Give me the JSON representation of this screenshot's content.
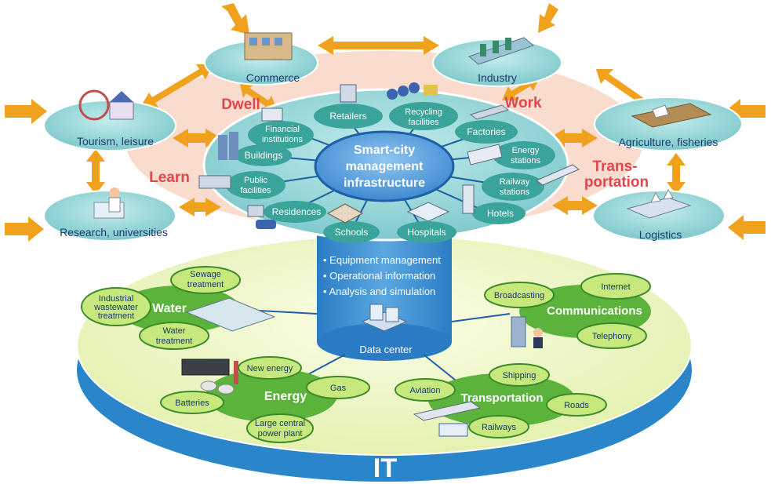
{
  "center": {
    "title_line1": "Smart-city",
    "title_line2": "management",
    "title_line3": "infrastructure"
  },
  "life_activities": {
    "dwell": "Dwell",
    "work": "Work",
    "learn": "Learn",
    "transport_line1": "Trans-",
    "transport_line2": "portation"
  },
  "outer_nodes": {
    "commerce": "Commerce",
    "industry": "Industry",
    "tourism": "Tourism, leisure",
    "agriculture": "Agriculture, fisheries",
    "research": "Research, universities",
    "logistics": "Logistics"
  },
  "inner_facilities": {
    "financial_line1": "Financial",
    "financial_line2": "institutions",
    "retailers": "Retailers",
    "recycling_line1": "Recycling",
    "recycling_line2": "facilities",
    "factories": "Factories",
    "energy_stations_line1": "Energy",
    "energy_stations_line2": "stations",
    "railway_stations_line1": "Railway",
    "railway_stations_line2": "stations",
    "hotels": "Hotels",
    "hospitals": "Hospitals",
    "schools": "Schools",
    "residences": "Residences",
    "public_facilities_line1": "Public",
    "public_facilities_line2": "facilities",
    "buildings": "Buildings"
  },
  "data_center": {
    "bullet1": "• Equipment management",
    "bullet2": "• Operational information",
    "bullet3": "• Analysis and simulation",
    "label": "Data center"
  },
  "water": {
    "title": "Water",
    "sewage_line1": "Sewage",
    "sewage_line2": "treatment",
    "industrial_line1": "Industrial",
    "industrial_line2": "wastewater",
    "industrial_line3": "treatment",
    "water_treatment_line1": "Water",
    "water_treatment_line2": "treatment"
  },
  "communications": {
    "title": "Communications",
    "broadcasting": "Broadcasting",
    "internet": "Internet",
    "telephony": "Telephony"
  },
  "energy": {
    "title": "Energy",
    "new_energy": "New energy",
    "gas": "Gas",
    "batteries": "Batteries",
    "large_line1": "Large central",
    "large_line2": "power plant"
  },
  "transportation": {
    "title": "Transportation",
    "shipping": "Shipping",
    "aviation": "Aviation",
    "roads": "Roads",
    "railways": "Railways"
  },
  "it_label": "IT",
  "colors": {
    "arrow_orange": "#f0a21e",
    "teal_ellipse": "#8fd3d6",
    "teal_node": "#3aa49a",
    "pink_band": "#f7c9b6",
    "green_node": "#5bb33b",
    "light_green": "#c6e87d",
    "it_blue": "#2a86c8",
    "text_navy": "#1b3a6b",
    "center_blue": "#2a6ab3",
    "pink_text": "#e0474c"
  }
}
